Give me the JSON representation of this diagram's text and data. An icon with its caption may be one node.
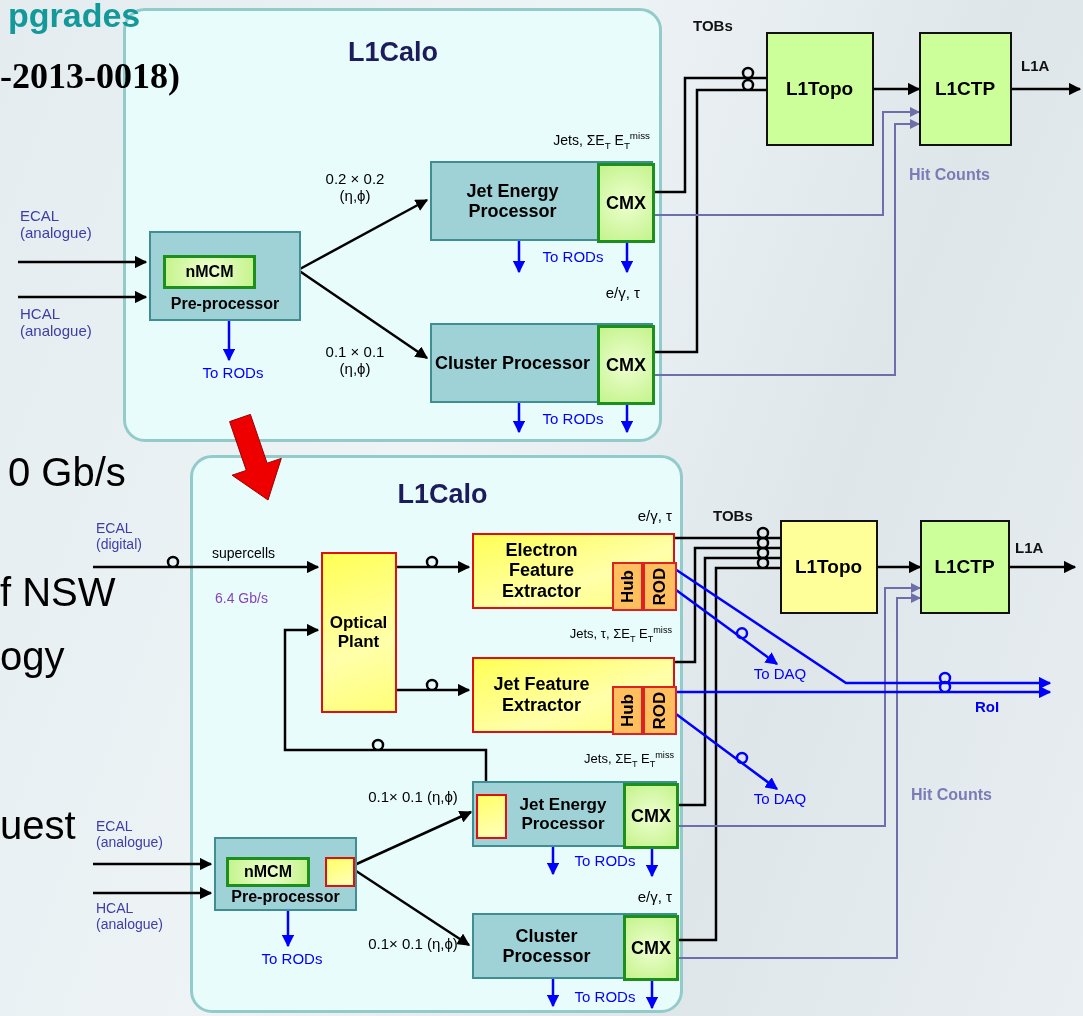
{
  "diagram": {
    "nodes": [
      {
        "text": [
          "L1Calo"
        ]
      },
      {
        "text": [
          "Pre-processor"
        ],
        "in": 0
      },
      {
        "text": [
          "nMCM"
        ],
        "in": 1
      },
      {
        "text": [
          "Jet Energy Processor"
        ],
        "in": 0,
        "beside": [
          "Jets, ΣE$_{T}$ E$_{T}$$^{miss}$",
          "To RODs"
        ]
      },
      {
        "text": [
          "CMX"
        ],
        "in": 3
      },
      {
        "text": [
          "Cluster Processor"
        ],
        "in": 0,
        "beside": [
          "e/γ, τ",
          "To RODs"
        ]
      },
      {
        "text": [
          "CMX"
        ],
        "in": 5
      },
      {
        "text": [
          "L1Topo"
        ]
      },
      {
        "text": [
          "L1CTP"
        ]
      },
      {
        "text": [
          "L1Calo"
        ]
      },
      {
        "text": [
          "Optical Plant"
        ],
        "in": 9
      },
      {
        "text": [
          "Electron Feature Extractor"
        ],
        "in": 9,
        "beside": [
          "e/γ, τ"
        ]
      },
      {
        "text": [
          "Hub"
        ],
        "in": 11
      },
      {
        "text": [
          "ROD"
        ],
        "in": 11
      },
      {
        "text": [
          "Jet Feature Extractor"
        ],
        "in": 9,
        "beside": [
          "Jets, τ, ΣE$_{T}$ E$_{T}$$^{miss}$"
        ]
      },
      {
        "text": [
          "Hub"
        ],
        "in": 14
      },
      {
        "text": [
          "ROD"
        ],
        "in": 14
      },
      {
        "text": [
          "Jet Energy Processor"
        ],
        "in": 9,
        "beside": [
          "Jets, ΣE$_{T}$ E$_{T}$$^{miss}$",
          "To RODs"
        ]
      },
      {
        "text": [],
        "shape": "box",
        "in": 17
      },
      {
        "text": [
          "CMX"
        ],
        "in": 17
      },
      {
        "text": [
          "Pre-processor"
        ],
        "in": 9
      },
      {
        "text": [
          "nMCM"
        ],
        "in": 20
      },
      {
        "text": [],
        "shape": "box",
        "in": 20
      },
      {
        "text": [
          "Cluster Processor"
        ],
        "in": 9,
        "beside": [
          "e/γ, τ",
          "To RODs"
        ]
      },
      {
        "text": [
          "CMX"
        ],
        "in": 23
      },
      {
        "text": [
          "L1Topo"
        ]
      },
      {
        "text": [
          "L1CTP"
        ]
      },
      {
        "text": [
          "To RODs"
        ],
        "in": 0
      },
      {
        "text": [
          "To RODs"
        ],
        "in": 9
      },
      {
        "text": [
          "To DAQ"
        ]
      },
      {
        "text": [
          "To DAQ"
        ]
      }
    ],
    "edges": [
      {
        "from": null,
        "to": 1,
        "arrow": "to"
      },
      {
        "from": null,
        "to": 1,
        "arrow": "to"
      },
      {
        "from": 1,
        "to": 27,
        "arrow": "to",
        "color": "#0000ff"
      },
      {
        "from": 1,
        "to": 3,
        "arrow": "to",
        "label": "0.2 × 0.2 (η,ϕ)"
      },
      {
        "from": 1,
        "to": 5,
        "arrow": "to",
        "label": "0.1 × 0.1 (η,ϕ)"
      },
      {
        "from": 3,
        "to": null,
        "arrow": "to",
        "color": "#0000ff"
      },
      {
        "from": 4,
        "to": null,
        "arrow": "to",
        "color": "#0000ff"
      },
      {
        "from": 5,
        "to": null,
        "arrow": "to",
        "color": "#0000ff"
      },
      {
        "from": 6,
        "to": null,
        "arrow": "to",
        "color": "#0000ff"
      },
      {
        "from": 4,
        "to": 7,
        "arrow": "none"
      },
      {
        "from": 6,
        "to": 7,
        "arrow": "none"
      },
      {
        "from": 4,
        "to": 8,
        "arrow": "to",
        "color": "#6e6eaa"
      },
      {
        "from": 6,
        "to": 8,
        "arrow": "to",
        "color": "#6e6eaa"
      },
      {
        "from": 7,
        "to": 8,
        "arrow": "to"
      },
      {
        "from": 8,
        "to": null,
        "arrow": "to"
      },
      {
        "from": null,
        "to": 10,
        "arrow": "to"
      },
      {
        "from": 10,
        "to": 11,
        "arrow": "to"
      },
      {
        "from": 10,
        "to": 14,
        "arrow": "to"
      },
      {
        "from": 18,
        "to": 10,
        "arrow": "to"
      },
      {
        "from": 22,
        "to": 18,
        "arrow": "to",
        "label": "0.1× 0.1 (η,ϕ)"
      },
      {
        "from": 22,
        "to": 23,
        "arrow": "to",
        "label": "0.1× 0.1 (η,ϕ)"
      },
      {
        "from": null,
        "to": 20,
        "arrow": "to"
      },
      {
        "from": null,
        "to": 20,
        "arrow": "to"
      },
      {
        "from": 20,
        "to": 28,
        "arrow": "to",
        "color": "#0000ff"
      },
      {
        "from": 17,
        "to": null,
        "arrow": "to",
        "color": "#0000ff"
      },
      {
        "from": 19,
        "to": null,
        "arrow": "to",
        "color": "#0000ff"
      },
      {
        "from": 23,
        "to": null,
        "arrow": "to",
        "color": "#0000ff"
      },
      {
        "from": 24,
        "to": null,
        "arrow": "to",
        "color": "#0000ff"
      },
      {
        "from": 11,
        "to": 25,
        "arrow": "none"
      },
      {
        "from": 14,
        "to": 25,
        "arrow": "none"
      },
      {
        "from": 19,
        "to": 25,
        "arrow": "none"
      },
      {
        "from": 24,
        "to": 25,
        "arrow": "none"
      },
      {
        "from": 25,
        "to": 26,
        "arrow": "to"
      },
      {
        "from": 26,
        "to": null,
        "arrow": "to"
      },
      {
        "from": 19,
        "to": 26,
        "arrow": "to",
        "color": "#6e6eaa"
      },
      {
        "from": 24,
        "to": 26,
        "arrow": "to",
        "color": "#6e6eaa"
      },
      {
        "from": 13,
        "to": null,
        "arrow": "to",
        "color": "#0000ff"
      },
      {
        "from": 13,
        "to": 29,
        "arrow": "to",
        "color": "#0000ff"
      },
      {
        "from": 16,
        "to": null,
        "arrow": "to",
        "color": "#0000ff"
      },
      {
        "from": 16,
        "to": 30,
        "arrow": "to",
        "color": "#0000ff"
      }
    ],
    "labels": [
      "pgrades",
      "-2013-0018)",
      "TOBs",
      "L1A",
      "ECAL (analogue)",
      "Hit Counts",
      "HCAL (analogue)",
      "0 Gb/s",
      "TOBs",
      "ECAL (digital)",
      "supercells",
      "L1A",
      "6.4 Gb/s",
      "f NSW",
      "ogy",
      "RoI",
      "Hit Counts",
      "uest",
      "ECAL (analogue)",
      "HCAL (analogue)"
    ]
  }
}
